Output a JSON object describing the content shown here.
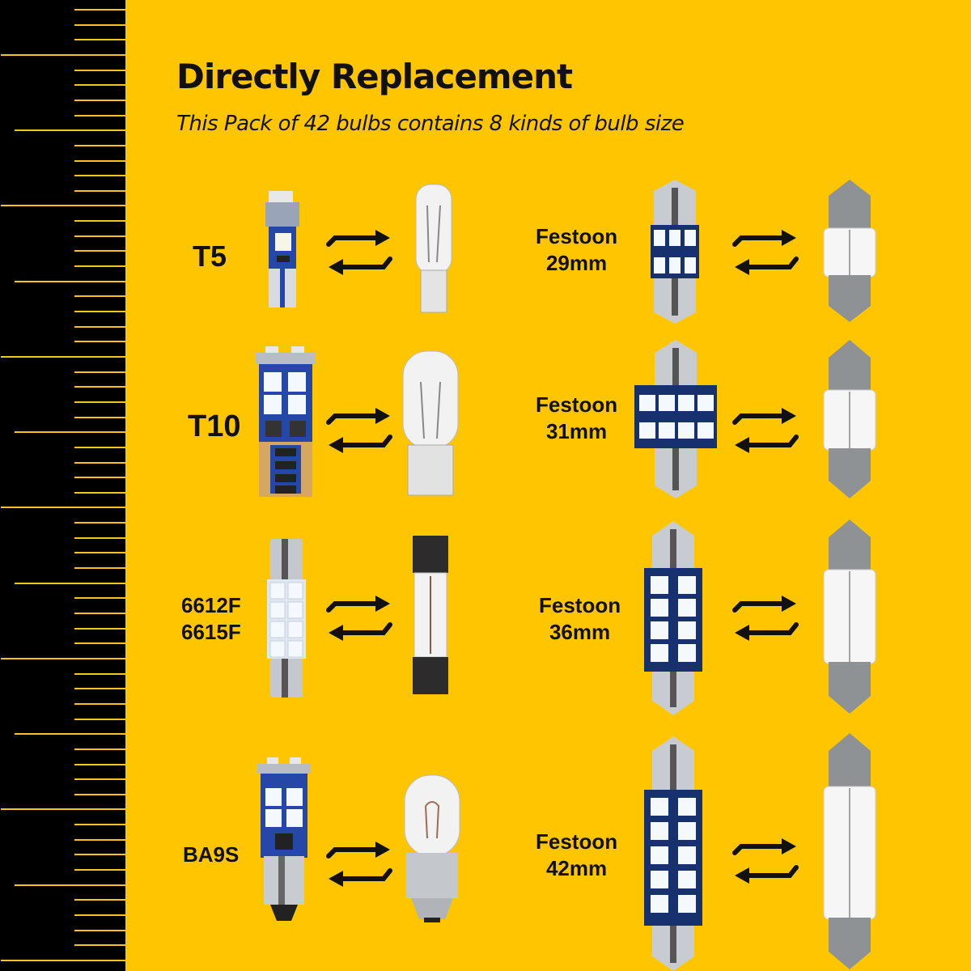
{
  "header": {
    "title": "Directly Replacement",
    "subtitle": "This Pack of 42 bulbs contains 8 kinds of bulb size"
  },
  "colors": {
    "background": "#FFC600",
    "ruler_bg": "#000000",
    "ruler_tick": "#F5C518",
    "text": "#111111",
    "pcb_blue": "#1C3A8C",
    "led_white": "#F4F8FF",
    "chrome": "#B8BCC0"
  },
  "bulbs": {
    "left": [
      {
        "name": "T5",
        "line1": "T5",
        "line2": ""
      },
      {
        "name": "T10",
        "line1": "T10",
        "line2": ""
      },
      {
        "name": "6612F/6615F",
        "line1": "6612F",
        "line2": "6615F"
      },
      {
        "name": "BA9S",
        "line1": "BA9S",
        "line2": ""
      }
    ],
    "right": [
      {
        "name": "Festoon 29mm",
        "line1": "Festoon",
        "line2": "29mm"
      },
      {
        "name": "Festoon 31mm",
        "line1": "Festoon",
        "line2": "31mm"
      },
      {
        "name": "Festoon 36mm",
        "line1": "Festoon",
        "line2": "36mm"
      },
      {
        "name": "Festoon 42mm",
        "line1": "Festoon",
        "line2": "42mm"
      }
    ]
  },
  "icons": {
    "swap": "swap-arrows-icon"
  }
}
